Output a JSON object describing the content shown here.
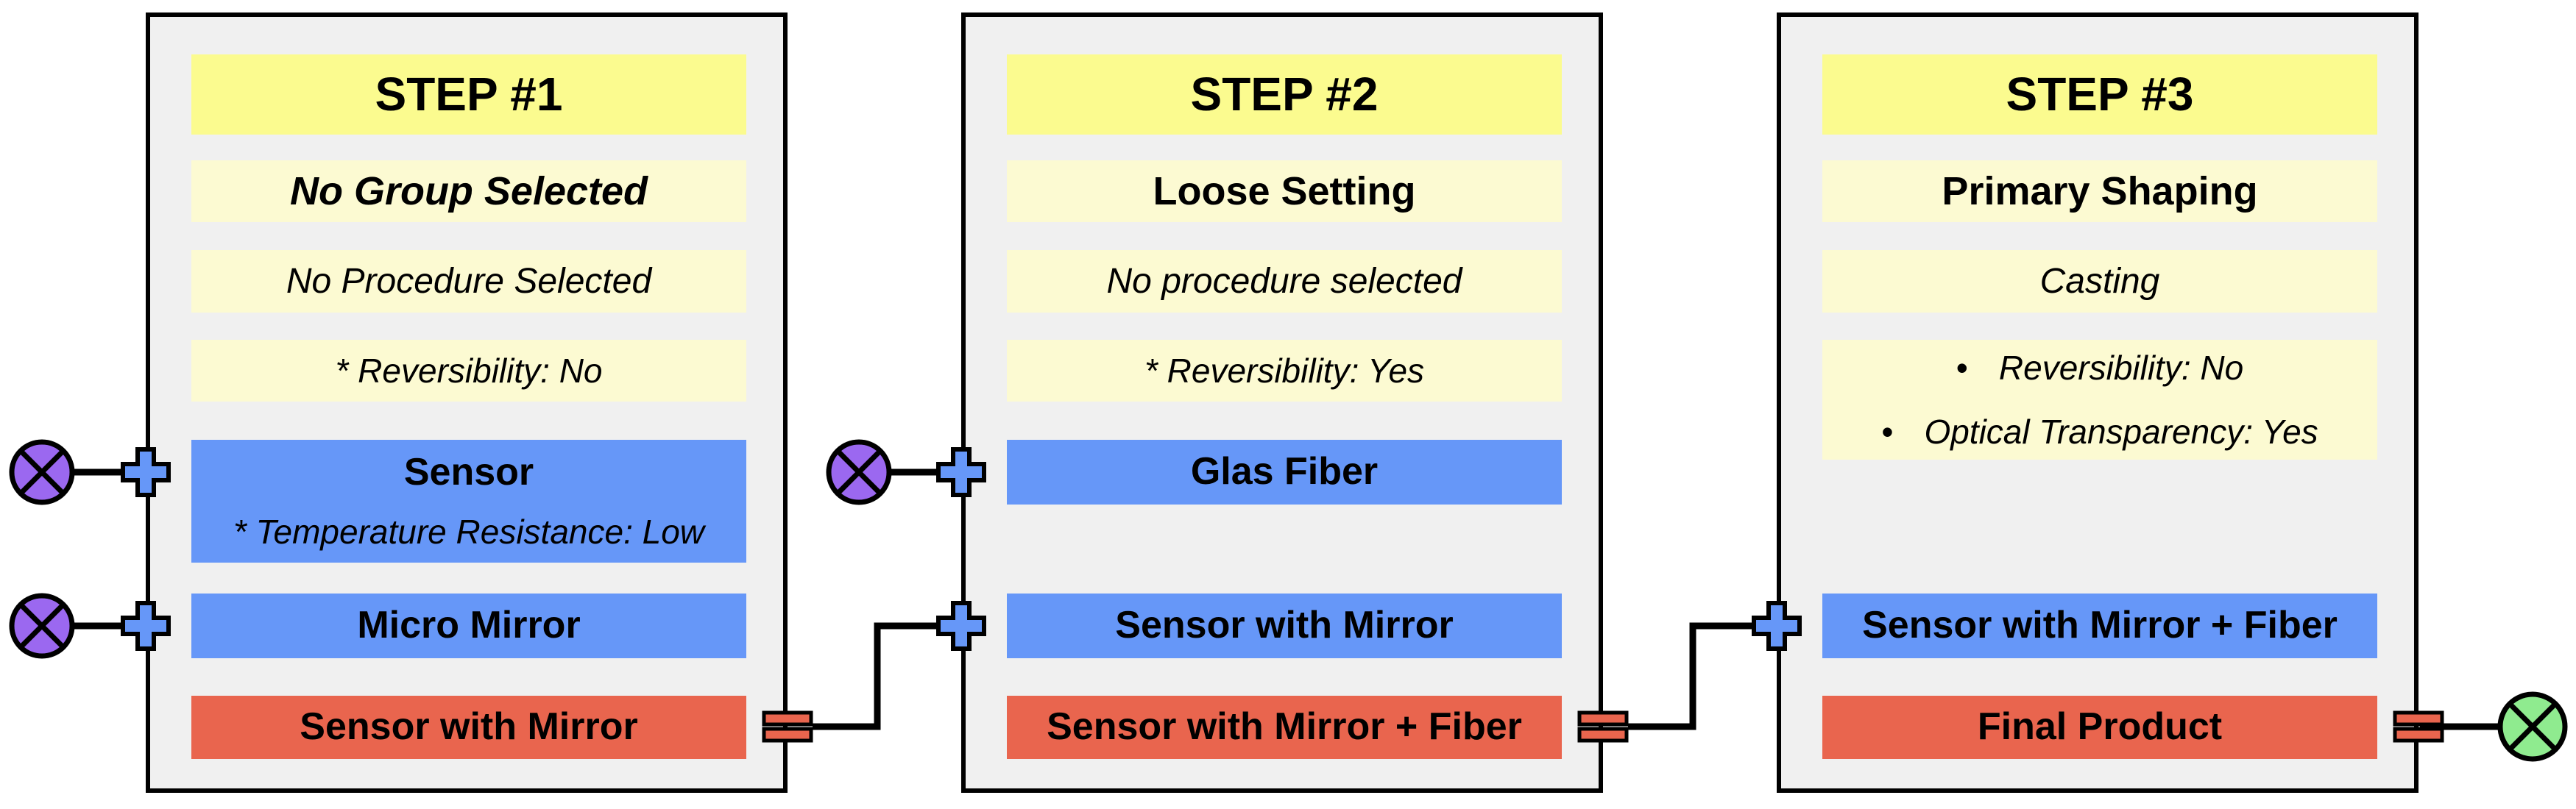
{
  "colors": {
    "page_background": "#FFFFFF",
    "panel_fill": "#F0F0F0",
    "panel_border": "#000000",
    "header_fill": "#FBFB8F",
    "field_fill": "#FCFAD2",
    "input_fill": "#6697F8",
    "output_fill": "#E9654E",
    "source_fill": "#9B68F0",
    "sink_fill": "#8FEB8F",
    "connector_line": "#000000"
  },
  "icons": {
    "source": "circle-x-material-source",
    "sink": "circle-x-final-sink",
    "combine": "plus-combiner",
    "output": "equals-output"
  },
  "steps": [
    {
      "title": "STEP #1",
      "group": "No Group Selected",
      "procedure": "No Procedure Selected",
      "attributes": [
        {
          "bullet": "",
          "text": "* Reversibility: No"
        }
      ],
      "inputs": [
        {
          "label": "Sensor",
          "attribute": "* Temperature Resistance: Low"
        },
        {
          "label": "Micro Mirror"
        }
      ],
      "output": "Sensor with Mirror"
    },
    {
      "title": "STEP #2",
      "group": "Loose Setting",
      "procedure": "No procedure selected",
      "attributes": [
        {
          "bullet": "",
          "text": "* Reversibility: Yes"
        }
      ],
      "inputs": [
        {
          "label": "Glas Fiber"
        },
        {
          "label": "Sensor with Mirror"
        }
      ],
      "output": "Sensor with Mirror + Fiber"
    },
    {
      "title": "STEP #3",
      "group": "Primary Shaping",
      "procedure": "Casting",
      "attributes": [
        {
          "bullet": "•",
          "text": "Reversibility: No"
        },
        {
          "bullet": "•",
          "text": "Optical Transparency: Yes"
        }
      ],
      "inputs": [
        {
          "label": "Sensor with Mirror + Fiber"
        }
      ],
      "output": "Final Product"
    }
  ]
}
